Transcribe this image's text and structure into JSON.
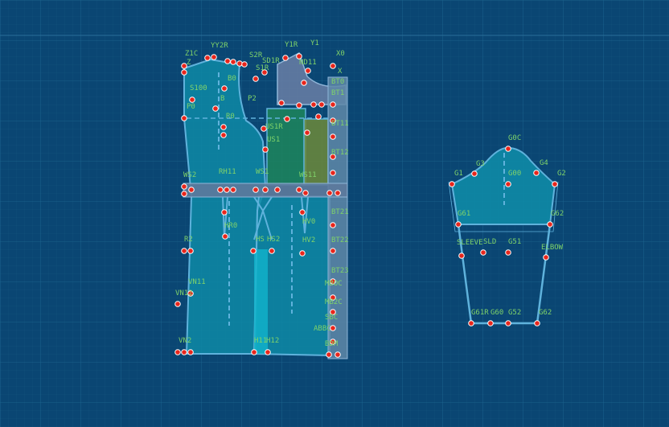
{
  "scene": {
    "title": "Pattern pieces draft view",
    "colors": {
      "background": "#0a4673",
      "grid": "#15577f",
      "piece_fill": "#0e8aa6",
      "piece_outline": "#5fb2dc",
      "point": "#e8261c",
      "label": "#7fd36a",
      "yoke": "#6a7fa6",
      "green_panel": "#1e8a5a",
      "olive_panel": "#6d8a3a",
      "strip": "#5f88a8"
    }
  },
  "body_piece": {
    "labels": [
      "Z1C",
      "Z",
      "YY2R",
      "S2R",
      "Y1R",
      "Y1",
      "X0",
      "SD1R",
      "ND11",
      "S1R",
      "X",
      "B0",
      "S100",
      "P2",
      "P0",
      "B",
      "R0",
      "US1R",
      "US1",
      "BT0",
      "BT1",
      "BT11",
      "BT12",
      "WS2",
      "RH11",
      "WS1",
      "WS11",
      "BT21",
      "HR0",
      "HV0",
      "R2",
      "HS",
      "HS2",
      "HV2",
      "BT22",
      "BT23",
      "VN11",
      "MBOC",
      "MB2C",
      "SBC",
      "ABBC",
      "VN12",
      "VN2",
      "H11",
      "H12",
      "BDM"
    ]
  },
  "sleeve_piece": {
    "labels": [
      "G0C",
      "G1",
      "G3",
      "G4",
      "G2",
      "G00",
      "G61",
      "G62",
      "SLEEVE",
      "SLD",
      "G51",
      "ELBOW",
      "G61R",
      "G60",
      "G52",
      "G62"
    ]
  }
}
